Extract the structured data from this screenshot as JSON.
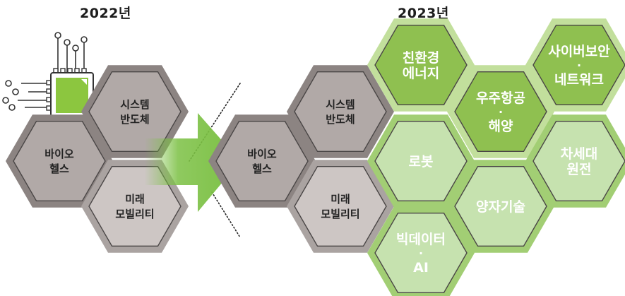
{
  "years": {
    "left": "2022년",
    "right": "2023년"
  },
  "fields_2022": [
    {
      "id": "system-semi",
      "lines": [
        "시스템",
        "반도체"
      ],
      "style": "dark"
    },
    {
      "id": "bio-health",
      "lines": [
        "바이오",
        "헬스"
      ],
      "style": "dark"
    },
    {
      "id": "future-mobility",
      "lines": [
        "미래",
        "모빌리티"
      ],
      "style": "light"
    }
  ],
  "fields_2023": [
    {
      "id": "system-semi",
      "lines": [
        "시스템",
        "반도체"
      ],
      "style": "dark"
    },
    {
      "id": "bio-health",
      "lines": [
        "바이오",
        "헬스"
      ],
      "style": "dark"
    },
    {
      "id": "future-mobility",
      "lines": [
        "미래",
        "모빌리티"
      ],
      "style": "light"
    },
    {
      "id": "eco-energy",
      "lines": [
        "친환경",
        "에너지"
      ],
      "style": "green"
    },
    {
      "id": "aerospace-marine",
      "lines": [
        "우주항공",
        "·",
        "해양"
      ],
      "style": "green"
    },
    {
      "id": "cyber-network",
      "lines": [
        "사이버보안",
        "·",
        "네트워크"
      ],
      "style": "green"
    },
    {
      "id": "robot",
      "lines": [
        "로봇"
      ],
      "style": "pale"
    },
    {
      "id": "next-gen-nuclear",
      "lines": [
        "차세대",
        "원전"
      ],
      "style": "pale"
    },
    {
      "id": "quantum",
      "lines": [
        "양자기술"
      ],
      "style": "pale"
    },
    {
      "id": "bigdata-ai",
      "lines": [
        "빅데이터",
        "·",
        "AI"
      ],
      "style": "pale"
    }
  ],
  "colors": {
    "dark_fill": "#b1a9a7",
    "dark_border": "#5d5755",
    "dark_outer": "#8c8482",
    "light_fill": "#cdc6c4",
    "light_outer": "#aaa3a1",
    "green_fill": "#8fc050",
    "green_outer": "#c2df9c",
    "pale_fill": "#c6e2af",
    "pale_outer": "#a2ce74",
    "border": "#4a4646",
    "arrow": "#7bc043",
    "text_dark": "#222222",
    "text_light": "#ffffff"
  }
}
